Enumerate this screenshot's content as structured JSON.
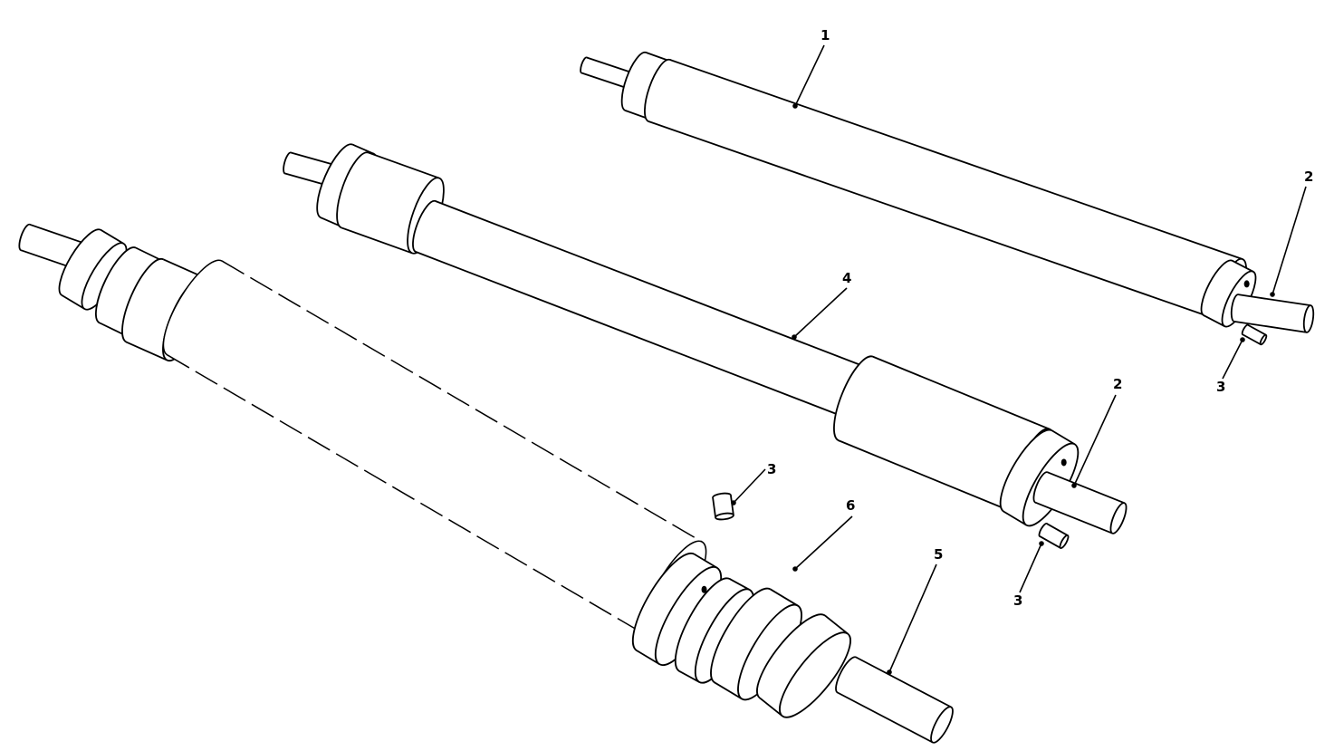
{
  "diagram": {
    "type": "exploded parts illustration",
    "line_color": "#000000",
    "background": "#ffffff",
    "callouts": [
      {
        "id": "c1",
        "label": "1"
      },
      {
        "id": "c2a",
        "label": "2"
      },
      {
        "id": "c3a",
        "label": "3"
      },
      {
        "id": "c4",
        "label": "4"
      },
      {
        "id": "c2b",
        "label": "2"
      },
      {
        "id": "c3b",
        "label": "3"
      },
      {
        "id": "c3c",
        "label": "3"
      },
      {
        "id": "c6",
        "label": "6"
      },
      {
        "id": "c5",
        "label": "5"
      }
    ]
  }
}
